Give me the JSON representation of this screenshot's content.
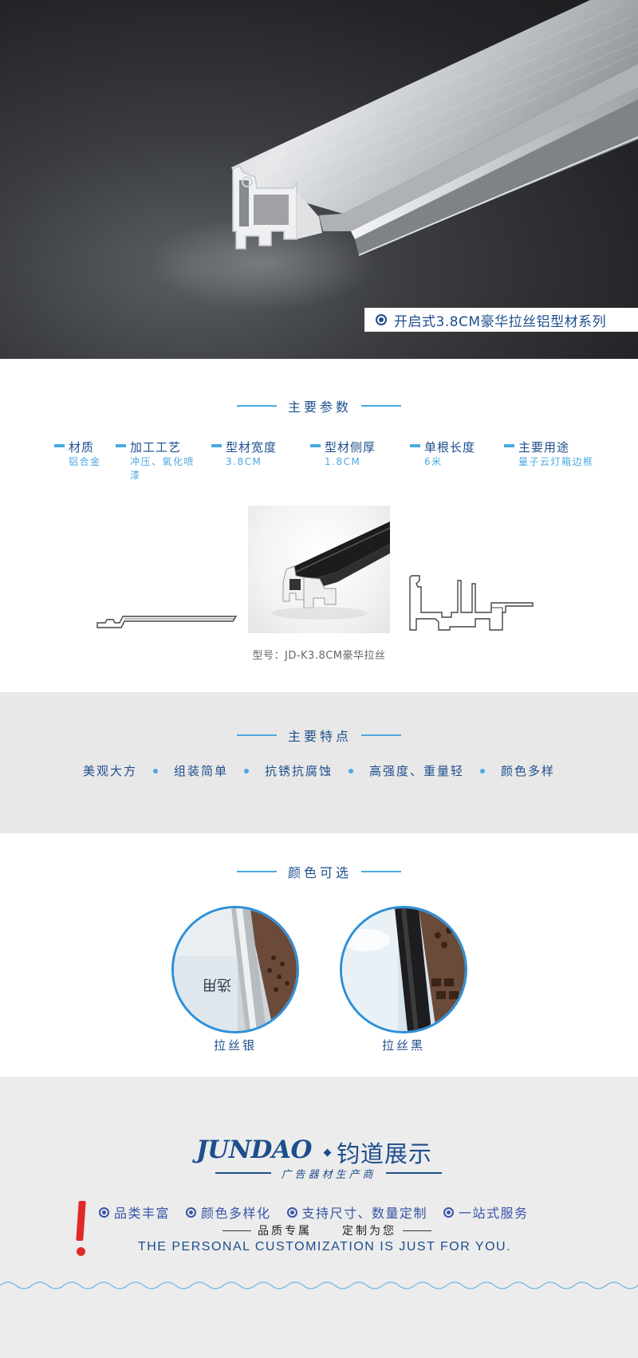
{
  "hero": {
    "caption": "开启式3.8CM豪华拉丝铝型材系列"
  },
  "params_section": {
    "heading": "主要参数",
    "items": [
      {
        "name": "材质",
        "value": "铝合金"
      },
      {
        "name": "加工工艺",
        "value": "冲压、氧化喷漆"
      },
      {
        "name": "型材宽度",
        "value": "3.8CM"
      },
      {
        "name": "型材侧厚",
        "value": "1.8CM"
      },
      {
        "name": "单根长度",
        "value": "6米"
      },
      {
        "name": "主要用途",
        "value": "量子云灯箱边框"
      }
    ],
    "model": "型号：JD-K3.8CM豪华拉丝"
  },
  "features_section": {
    "heading": "主要特点",
    "items": [
      "美观大方",
      "组装简单",
      "抗锈抗腐蚀",
      "高强度、重量轻",
      "颜色多样"
    ]
  },
  "colors_section": {
    "heading": "颜色可选",
    "options": [
      {
        "label": "拉丝银"
      },
      {
        "label": "拉丝黑"
      }
    ]
  },
  "footer": {
    "logo_en": "JUNDAO",
    "logo_cn": "钧道展示",
    "logo_sub": "广告器材生产商",
    "services": [
      "品类丰富",
      "颜色多样化",
      "支持尺寸、数量定制",
      "一站式服务"
    ],
    "slogan_cn_1": "品质专属",
    "slogan_cn_2": "定制为您",
    "slogan_en": "THE PERSONAL CUSTOMIZATION IS JUST FOR YOU."
  },
  "colors": {
    "brand_blue": "#1d4e8c",
    "accent_blue": "#4aa9e0",
    "accent_red": "#e02a2a"
  }
}
